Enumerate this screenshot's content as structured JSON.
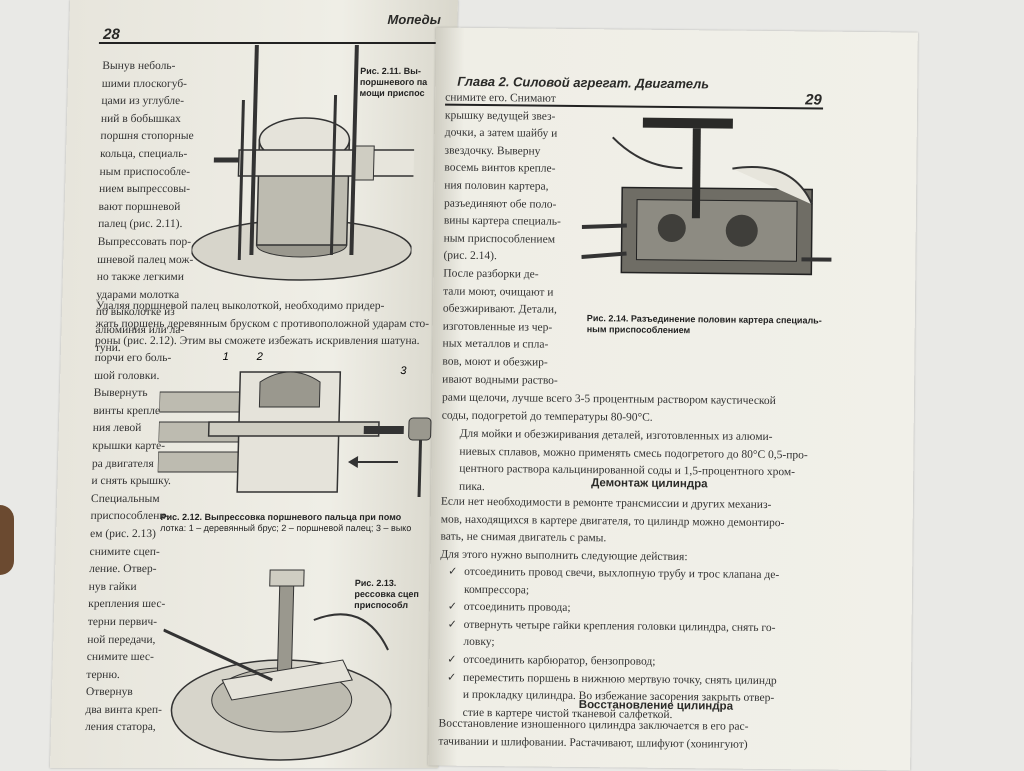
{
  "left_page": {
    "page_number": "28",
    "header_title": "Мопеды",
    "text_top": [
      "Вынув неболь-",
      "шими плоскогуб-",
      "цами из углубле-",
      "ний в бобышках",
      "поршня стопорные",
      "кольца, специаль-",
      "ным приспособле-",
      "нием выпрессовы-",
      "вают поршневой",
      "палец (рис. 2.11).",
      "Выпрессовать пор-",
      "шневой палец мож-",
      "но также легкими",
      "ударами молотка",
      "по выколотке из",
      "алюминия или ла-",
      "туни."
    ],
    "text_wide": [
      "Удаляя поршневой палец выколоткой, необходимо придер-",
      "жать поршень деревянным бруском с противоположной ударам сто-",
      "роны (рис. 2.12). Этим вы сможете избежать искривления шатуна."
    ],
    "text_mid": [
      "порчи его боль-",
      "шой головки.",
      "Вывернуть",
      "винты крепле-",
      "ния левой",
      "крышки карте-",
      "ра двигателя",
      "и снять крышку.",
      "Специальным",
      "приспособлени-",
      "ем (рис. 2.13)",
      "снимите сцеп-",
      "ление. Отвер-",
      "нув гайки",
      "крепления шес-",
      "терни первич-",
      "ной передачи,",
      "снимите шес-",
      "терню.",
      "Отвернув",
      "два винта креп-",
      "ления статора,"
    ],
    "fig_2_11_caption": [
      "Рис. 2.11. Вы-",
      "поршневого па",
      "мощи приспос"
    ],
    "fig_2_12_caption_bold": "Рис. 2.12. Выпрессовка поршневого пальца при помо",
    "fig_2_12_caption_norm": "лотка: 1 – деревянный брус; 2 – поршневой палец; 3 – выко",
    "fig_2_12_labels": [
      "1",
      "2",
      "3"
    ],
    "fig_2_13_caption": [
      "Рис. 2.13.",
      "рессовка сцеп",
      "приспособл"
    ]
  },
  "right_page": {
    "header_title": "Глава 2. Силовой агрегат. Двигатель",
    "page_number": "29",
    "text_col": [
      "снимите его. Снимают",
      "крышку ведущей звез-",
      "дочки, а затем шайбу и",
      "звездочку. Выверну",
      "восемь винтов крепле-",
      "ния половин картера,",
      "разъединяют обе поло-",
      "вины картера специаль-",
      "ным приспособлением",
      "(рис. 2.14).",
      "После разборки де-",
      "тали моют, очищают и",
      "обезжиривают. Детали,",
      "изготовленные из чер-",
      "ных металлов и спла-",
      "вов, моют и обезжир-",
      "ивают водными раство-"
    ],
    "fig_2_14_caption": [
      "Рис. 2.14. Разъединение половин картера специаль-",
      "ным приспособлением"
    ],
    "text_wide1": [
      "рами щелочи, лучше всего 3-5 процентным раствором каустической",
      "соды, подогретой до температуры 80-90°С."
    ],
    "text_wide2": [
      "Для мойки и обезжиривания деталей, изготовленных из алюми-",
      "ниевых сплавов, можно применять смесь подогретого до 80°С 0,5-про-",
      "центного раствора кальцинированной соды и 1,5-процентного хром-",
      "пика."
    ],
    "section1_title": "Демонтаж цилиндра",
    "section1_text": [
      "Если нет необходимости в ремонте трансмиссии и других механиз-",
      "мов, находящихся в картере двигателя, то цилиндр можно демонтиро-",
      "вать, не снимая двигатель с рамы.",
      "Для этого нужно выполнить следующие действия:"
    ],
    "bullet_mark": "✓",
    "bullets": [
      [
        "отсоединить провод свечи, выхлопную трубу и трос клапана де-",
        "компрессора;"
      ],
      [
        "отсоединить провода;"
      ],
      [
        "отвернуть четыре гайки крепления головки цилиндра, снять го-",
        "ловку;"
      ],
      [
        "отсоединить карбюратор, бензопровод;"
      ],
      [
        "переместить поршень в нижнюю мертвую точку, снять цилиндр",
        "и прокладку цилиндра. Во избежание засорения закрыть отвер-",
        "стие в картере чистой тканевой салфеткой."
      ]
    ],
    "section2_title": "Восстановление цилиндра",
    "section2_text": [
      "Восстановление изношенного цилиндра заключается в его рас-",
      "тачивании и шлифовании. Растачивают, шлифуют (хонингуют)"
    ]
  },
  "colors": {
    "background": "#e9e9e6",
    "paper": "#efeee6",
    "ink": "#2a2a28"
  }
}
